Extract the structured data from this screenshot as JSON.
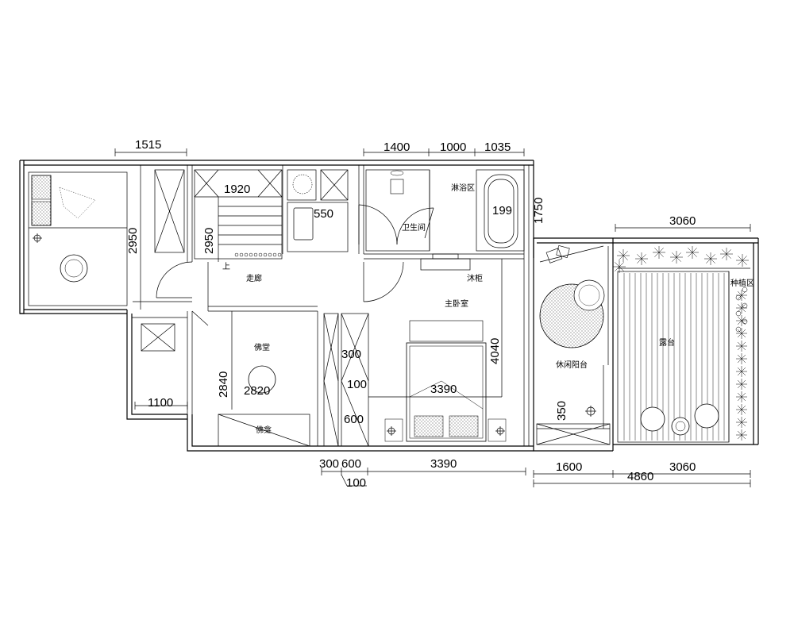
{
  "dimensions": {
    "top_left": "1515",
    "top_mid_1": "1400",
    "top_mid_2": "1000",
    "top_mid_3": "1035",
    "terrace_top": "3060",
    "stair_width": "1920",
    "left_height": "2950",
    "stair_height": "2950",
    "vanity": "550",
    "tub": "199",
    "bath_side": "1750",
    "buddha_height": "2840",
    "buddha_width": "2820",
    "closet_a": "300",
    "closet_b": "100",
    "closet_c": "600",
    "bed_width": "3390",
    "master_depth": "4040",
    "balcony_gap": "350",
    "bottom_left_width": "1100",
    "bottom_300": "300",
    "bottom_600": "600",
    "bottom_3390": "3390",
    "bottom_1600": "1600",
    "bottom_3060": "3060",
    "bottom_4860": "4860",
    "bottom_100": "100"
  },
  "rooms": {
    "corridor": "走廊",
    "bathroom": "卫生间",
    "shower": "淋浴区",
    "master_bedroom": "主卧室",
    "buddha_hall": "佛堂",
    "buddha_table": "佛龛",
    "leisure_balcony": "休闲阳台",
    "terrace": "露台",
    "planting": "种植区",
    "vanity_small": "沐柜",
    "up_arrow": "上"
  },
  "colors": {
    "line": "#000000",
    "background": "#ffffff"
  }
}
